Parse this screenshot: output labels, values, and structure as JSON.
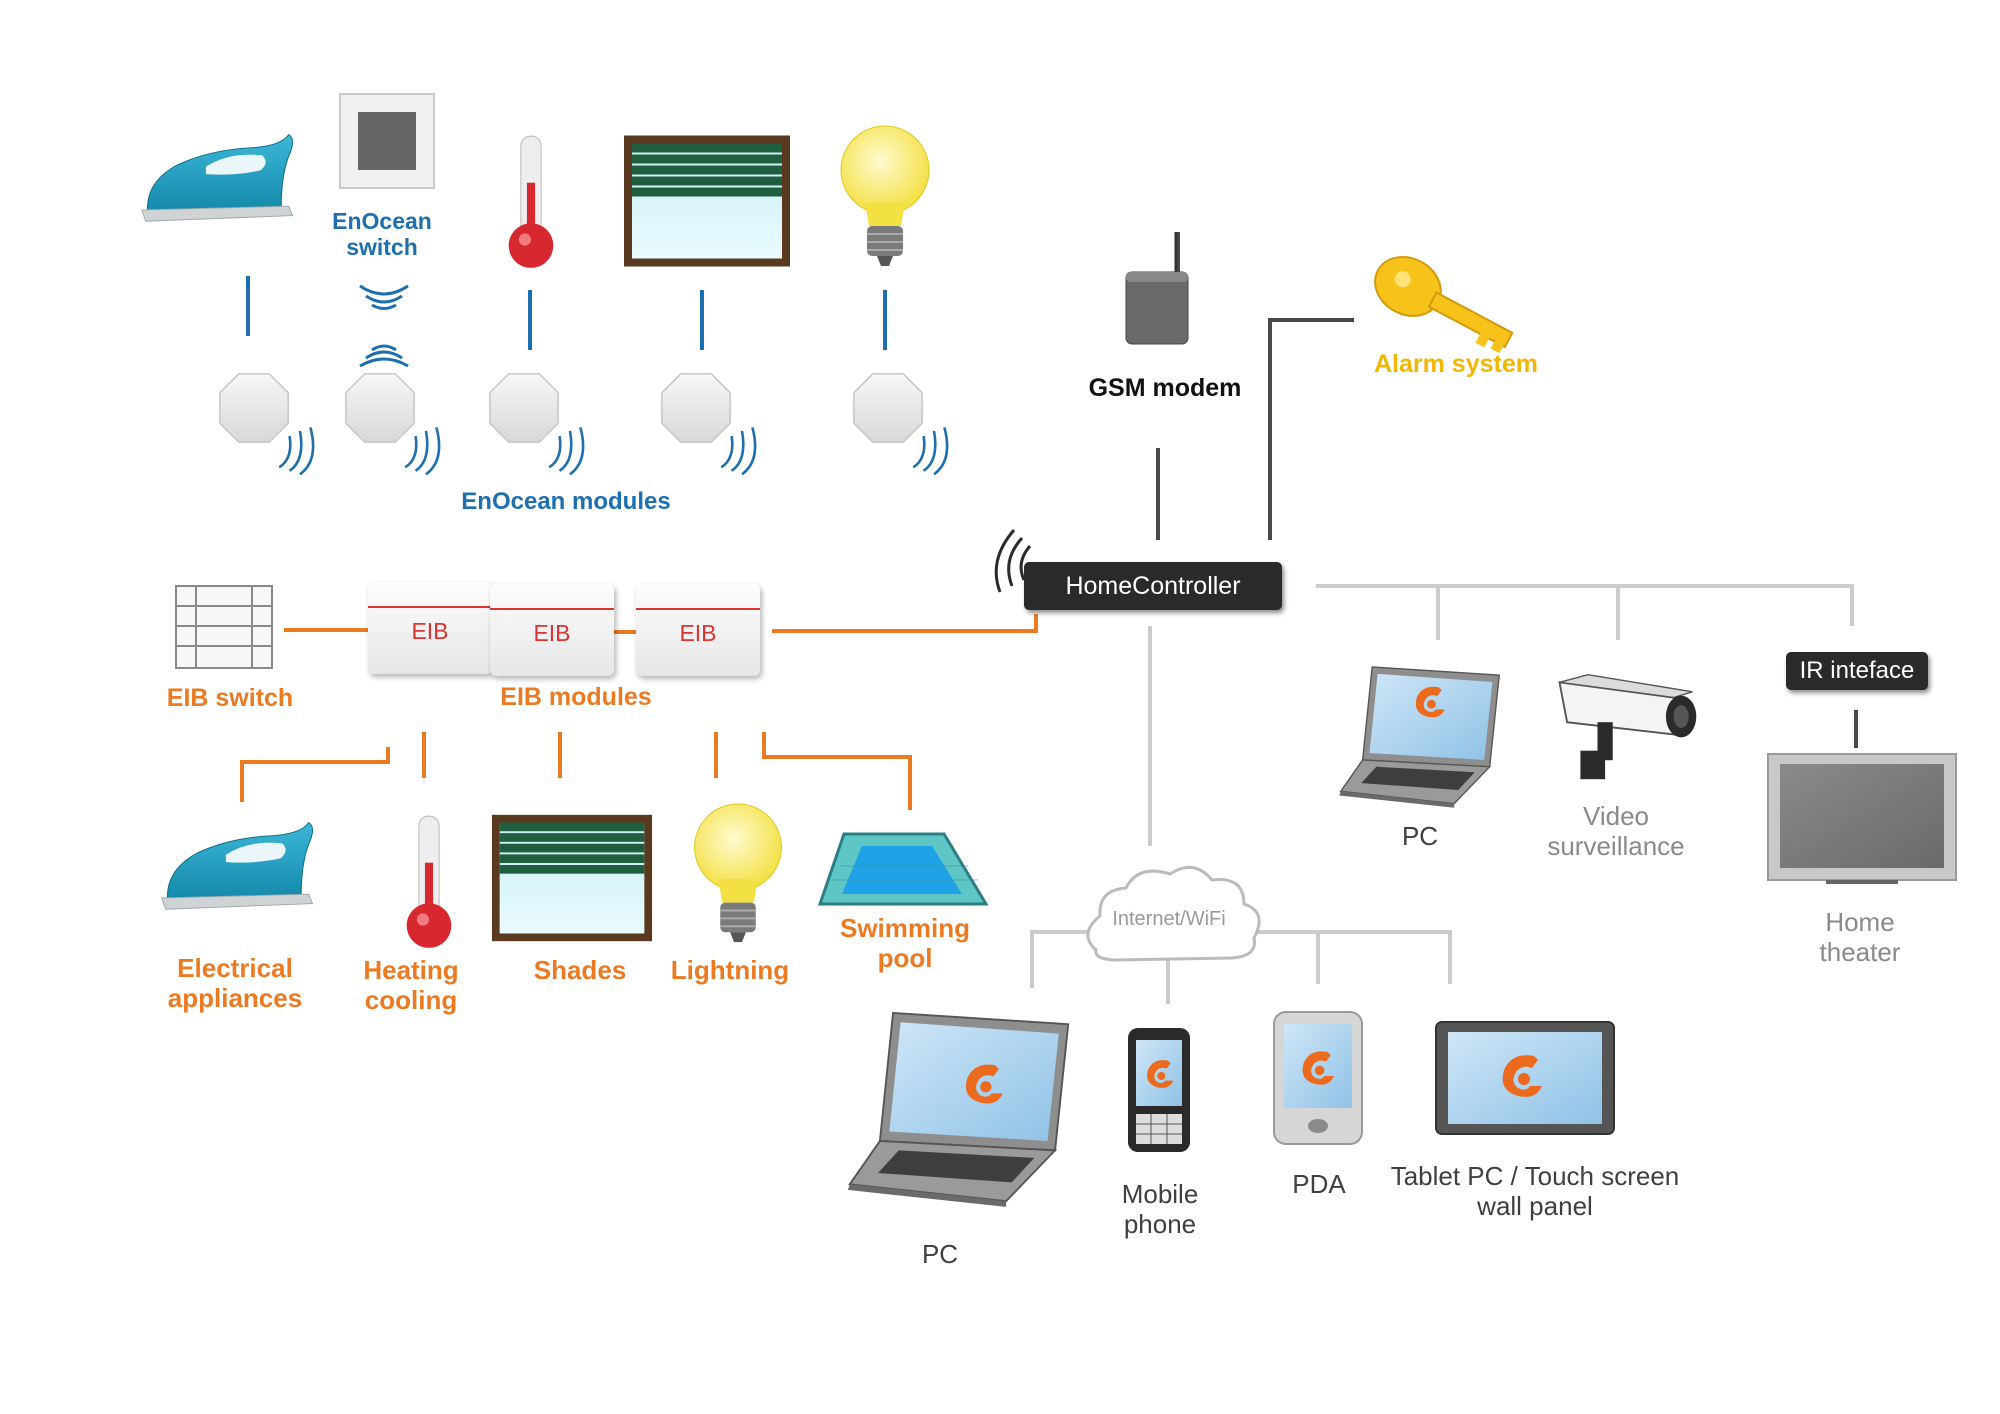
{
  "enocean": {
    "switch_label": "EnOcean\nswitch",
    "modules_label": "EnOcean modules"
  },
  "gsm": {
    "label": "GSM modem"
  },
  "alarm": {
    "label": "Alarm system"
  },
  "controller": {
    "label": "HomeController"
  },
  "eib": {
    "module_label": "EIB",
    "switch_label": "EIB switch",
    "modules_label": "EIB modules"
  },
  "eib_devices": {
    "electrical": "Electrical\nappliances",
    "heating": "Heating\ncooling",
    "shades": "Shades",
    "lightning": "Lightning",
    "pool": "Swimming\npool"
  },
  "right_devices": {
    "pc": "PC",
    "video": "Video\nsurveillance",
    "ir": "IR inteface",
    "home_theater": "Home\ntheater"
  },
  "cloud": {
    "label": "Internet/WiFi"
  },
  "remote_devices": {
    "pc": "PC",
    "mobile": "Mobile\nphone",
    "pda": "PDA",
    "tablet": "Tablet PC / Touch screen\nwall panel"
  },
  "colors": {
    "enocean": "#1d6fb0",
    "eib": "#ec7a23",
    "network": "#cccccc",
    "controller": "#2a2a2a",
    "alarm": "#f2b705"
  },
  "icons": [
    "iron-icon",
    "wall-switch-icon",
    "thermometer-icon",
    "window-shade-icon",
    "light-bulb-icon",
    "sensor-module-icon",
    "wifi-waves-icon",
    "gsm-modem-icon",
    "key-icon",
    "eib-switch-icon",
    "swimming-pool-icon",
    "laptop-icon",
    "camera-icon",
    "tv-icon",
    "cloud-icon",
    "mobile-phone-icon",
    "pda-icon",
    "tablet-icon",
    "app-logo-icon"
  ]
}
